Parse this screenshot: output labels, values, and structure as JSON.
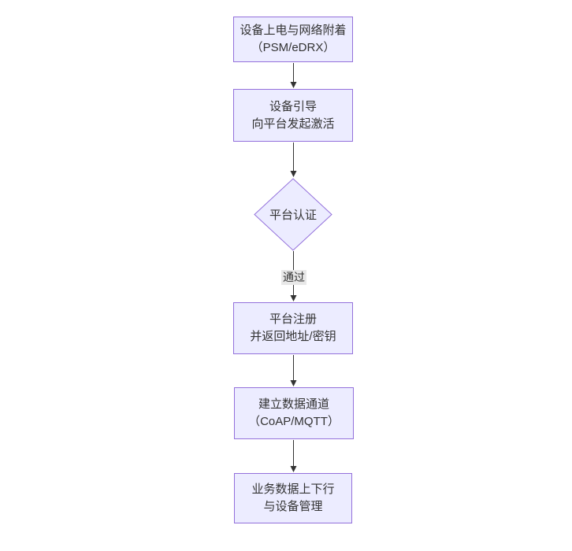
{
  "diagram": {
    "type": "flowchart",
    "direction": "top-down",
    "colors": {
      "background": "#ffffff",
      "node_fill": "#ECECFF",
      "node_border": "#9370DB",
      "edge_line": "#333333",
      "text": "#333333",
      "edge_label_bg": "#e8e8e8"
    },
    "nodes": [
      {
        "shape": "rect",
        "line1": "设备上电与网络附着",
        "line2": "（PSM/eDRX）"
      },
      {
        "shape": "rect",
        "line1": "设备引导",
        "line2": "向平台发起激活"
      },
      {
        "shape": "diamond",
        "line1": "平台认证",
        "line2": ""
      },
      {
        "shape": "rect",
        "line1": "平台注册",
        "line2": "并返回地址/密钥"
      },
      {
        "shape": "rect",
        "line1": "建立数据通道",
        "line2": "（CoAP/MQTT）"
      },
      {
        "shape": "rect",
        "line1": "业务数据上下行",
        "line2": "与设备管理"
      }
    ],
    "edges": [
      {
        "from": 0,
        "to": 1,
        "label": ""
      },
      {
        "from": 1,
        "to": 2,
        "label": ""
      },
      {
        "from": 2,
        "to": 3,
        "label": "通过"
      },
      {
        "from": 3,
        "to": 4,
        "label": ""
      },
      {
        "from": 4,
        "to": 5,
        "label": ""
      }
    ]
  }
}
